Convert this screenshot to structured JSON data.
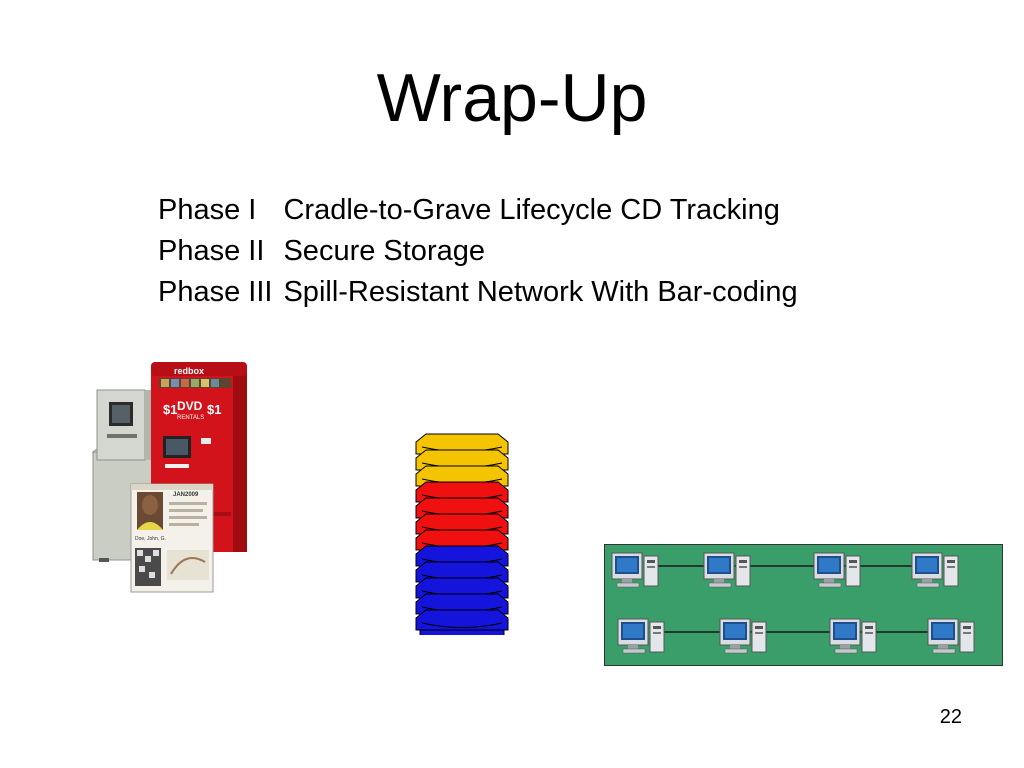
{
  "slide": {
    "title": "Wrap-Up",
    "page_number": "22"
  },
  "phases": [
    {
      "label": "Phase I",
      "description": "Cradle-to-Grave Lifecycle CD Tracking"
    },
    {
      "label": "Phase II",
      "description": "Secure Storage"
    },
    {
      "label": "Phase III",
      "description": "Spill-Resistant Network With Bar-coding"
    }
  ],
  "images": {
    "kiosk": {
      "brand_text": "redbox",
      "price_left": "$1",
      "price_right": "$1",
      "main_text": "DVD",
      "sub_text": "RENTALS"
    },
    "id_card": {
      "date_text": "JAN2009",
      "name_text": "Doe, John, G."
    },
    "network": {
      "background_color": "#3a9e6a",
      "workstations_per_row": 4,
      "rows": 2
    },
    "disc_stack": {
      "colors": [
        "#f5c400",
        "#f01010",
        "#1414dc"
      ],
      "disc_counts": [
        3,
        4,
        5
      ]
    }
  }
}
